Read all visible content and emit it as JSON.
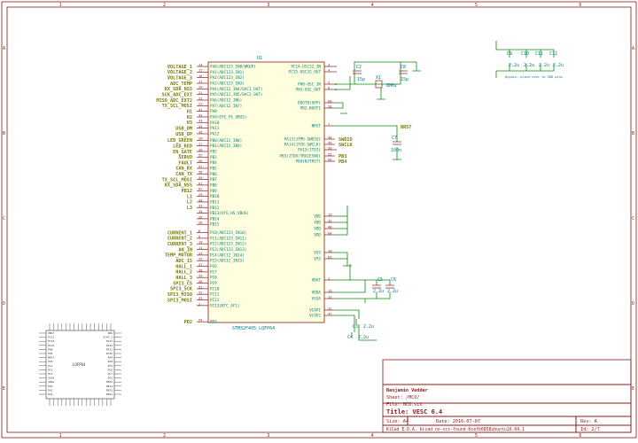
{
  "mcu": {
    "ref": "U1",
    "value": "STM32F405_LQFP64",
    "left_pins": [
      {
        "num": "14",
        "name": "PA0(ADC123_IN0/WKUP)",
        "net": "VOLTAGE_1"
      },
      {
        "num": "15",
        "name": "PA1(ADC123_IN1)",
        "net": "VOLTAGE_2"
      },
      {
        "num": "16",
        "name": "PA2(ADC123_IN2)",
        "net": "VOLTAGE_3"
      },
      {
        "num": "17",
        "name": "PA3(ADC123_IN3)",
        "net": "ADC_TEMP"
      },
      {
        "num": "20",
        "name": "PA4(ADC12_IN4/DAC1_OUT)",
        "net": "RX_SDA_NSS"
      },
      {
        "num": "21",
        "name": "PA5(ADC12_IN5/DAC2_OUT)",
        "net": "SCK_ADC_EXT"
      },
      {
        "num": "22",
        "name": "PA6(ADC12_IN6)",
        "net": "MISO_ADC_EXT2"
      },
      {
        "num": "23",
        "name": "PA7(ADC12_IN7)",
        "net": "TX_SCL_MOSI"
      },
      {
        "num": "41",
        "name": "PA8",
        "net": "H1"
      },
      {
        "num": "42",
        "name": "PA9(OTG_FS_VBUS)",
        "net": "H2"
      },
      {
        "num": "43",
        "name": "PA10",
        "net": "H3"
      },
      {
        "num": "44",
        "name": "PA11",
        "net": "USB_DM"
      },
      {
        "num": "45",
        "name": "PA12",
        "net": "USB_DP"
      },
      {
        "num": "26",
        "name": "PB0(ADC12_IN8)",
        "net": "LED_GREEN"
      },
      {
        "num": "27",
        "name": "PB1(ADC12_IN9)",
        "net": "LED_RED"
      },
      {
        "num": "28",
        "name": "PB2",
        "net": "EN_GATE"
      },
      {
        "num": "55",
        "name": "PB3",
        "net": "SERVO"
      },
      {
        "num": "56",
        "name": "PB4",
        "net": "FAULT"
      },
      {
        "num": "57",
        "name": "PB5",
        "net": "CAN_RX"
      },
      {
        "num": "58",
        "name": "PB6",
        "net": "CAN_TX"
      },
      {
        "num": "59",
        "name": "PB7",
        "net": "TX_SCL_MOSI"
      },
      {
        "num": "61",
        "name": "PB8",
        "net": "RX_SDA_NSS"
      },
      {
        "num": "62",
        "name": "PB9",
        "net": "PB12"
      },
      {
        "num": "29",
        "name": "PB10",
        "net": "L1"
      },
      {
        "num": "30",
        "name": "PB11",
        "net": "L2"
      },
      {
        "num": "33",
        "name": "PB12",
        "net": "L3"
      },
      {
        "num": "34",
        "name": "PB13(OTG_HS_VBUS)",
        "net": ""
      },
      {
        "num": "35",
        "name": "PB14",
        "net": ""
      },
      {
        "num": "36",
        "name": "PB15",
        "net": ""
      },
      {
        "num": "8",
        "name": "PC0(ADC123_IN10)",
        "net": "CURRENT_1"
      },
      {
        "num": "9",
        "name": "PC1(ADC123_IN11)",
        "net": "CURRENT_2"
      },
      {
        "num": "10",
        "name": "PC2(ADC123_IN12)",
        "net": "CURRENT_3"
      },
      {
        "num": "11",
        "name": "PC3(ADC123_IN13)",
        "net": "AN_IN"
      },
      {
        "num": "24",
        "name": "PC4(ADC12_IN14)",
        "net": "TEMP_MOTOR"
      },
      {
        "num": "25",
        "name": "PC5(ADC12_IN15)",
        "net": "ADC_15"
      },
      {
        "num": "37",
        "name": "PC6",
        "net": "HALL_1"
      },
      {
        "num": "38",
        "name": "PC7",
        "net": "HALL_2"
      },
      {
        "num": "39",
        "name": "PC8",
        "net": "HALL_3"
      },
      {
        "num": "40",
        "name": "PC9",
        "net": "SPI3_CS"
      },
      {
        "num": "51",
        "name": "PC10",
        "net": "SPI3_SCK"
      },
      {
        "num": "52",
        "name": "PC11",
        "net": "SPI3_MISO"
      },
      {
        "num": "53",
        "name": "PC12",
        "net": "SPI3_MOSI"
      },
      {
        "num": "2",
        "name": "PC13(RTC_AF1)",
        "net": ""
      },
      {
        "num": "54",
        "name": "PD2",
        "net": "PD2"
      }
    ],
    "right_pins": [
      {
        "num": "3",
        "name": "PC14-OSC32_IN",
        "net": ""
      },
      {
        "num": "4",
        "name": "PC15-OSC32_OUT",
        "net": ""
      },
      {
        "num": "5",
        "name": "PH0-OSC_IN",
        "net": ""
      },
      {
        "num": "6",
        "name": "PH1-OSC_OUT",
        "net": ""
      },
      {
        "num": "60",
        "name": "BOOT0(VPP)",
        "net": ""
      },
      {
        "num": "28",
        "name": "PB2-BOOT1",
        "net": ""
      },
      {
        "num": "7",
        "name": "NRST",
        "net": "NRST"
      },
      {
        "num": "46",
        "name": "PA13(JTMS-SWDIO)",
        "net": "SWDIO"
      },
      {
        "num": "49",
        "name": "PA14(JTCK-SWCLK)",
        "net": "SWCLK"
      },
      {
        "num": "50",
        "name": "PA15(JTDI)",
        "net": ""
      },
      {
        "num": "55",
        "name": "PB3(JTDO/TRACESWO)",
        "net": "PB3"
      },
      {
        "num": "56",
        "name": "PB4(NJTRST)",
        "net": "PB4"
      },
      {
        "num": "19",
        "name": "VDD",
        "net": ""
      },
      {
        "num": "32",
        "name": "VDD",
        "net": ""
      },
      {
        "num": "48",
        "name": "VDD",
        "net": ""
      },
      {
        "num": "64",
        "name": "VDD",
        "net": ""
      },
      {
        "num": "18",
        "name": "VSS",
        "net": ""
      },
      {
        "num": "63",
        "name": "VSS",
        "net": ""
      },
      {
        "num": "1",
        "name": "VBAT",
        "net": ""
      },
      {
        "num": "13",
        "name": "VDDA",
        "net": ""
      },
      {
        "num": "12",
        "name": "VSSA",
        "net": ""
      },
      {
        "num": "31",
        "name": "VCAP1",
        "net": ""
      },
      {
        "num": "47",
        "name": "VCAP2",
        "net": ""
      }
    ]
  },
  "crystal": {
    "ref": "X1",
    "value": "8MHz"
  },
  "caps": {
    "C2": {
      "ref": "C2",
      "value": "15p"
    },
    "C8": {
      "ref": "C8",
      "value": "15p"
    },
    "C7": {
      "ref": "C7",
      "value": "100n"
    },
    "C5": {
      "ref": "C5",
      "value": "2.2u"
    },
    "C6": {
      "ref": "C6",
      "value": "2.2u"
    },
    "C3": {
      "ref": "C3",
      "value": "2.2u"
    },
    "C4": {
      "ref": "C4",
      "value": "2.2u"
    },
    "C9": {
      "ref": "C9",
      "value": "2.2u"
    },
    "C10": {
      "ref": "C10",
      "value": "2.2u"
    },
    "C11": {
      "ref": "C11",
      "value": "2.2u"
    },
    "C12": {
      "ref": "C12",
      "value": "2.2u"
    }
  },
  "bypass_note": "Bypass, place next to VDD pins",
  "footprint_label": "LQFP64",
  "footprint_pins_left": [
    "VBAT",
    "PC13",
    "PC14",
    "PC15",
    "PH0",
    "PH1",
    "NRST",
    "PC0",
    "PC1",
    "PC2",
    "PC3",
    "VSSA",
    "VDDA",
    "PA0",
    "PA1",
    "PA2"
  ],
  "footprint_pins_right": [
    "VDD",
    "VCAP_2",
    "PA13",
    "PA12",
    "PA11",
    "PA10",
    "PA9",
    "PA8",
    "PC9",
    "PC8",
    "PC7",
    "PC6",
    "PB15",
    "PB14",
    "PB13",
    "PB12"
  ],
  "grid": {
    "top": [
      "1",
      "2",
      "3",
      "4",
      "5",
      "6"
    ],
    "side": [
      "A",
      "B",
      "C",
      "D",
      "E"
    ]
  },
  "title_block": {
    "author": "Benjamin Vedder",
    "sheet_path": "Sheet: /MCU/",
    "file": "File: MCU.sch",
    "title": "Title: VESC 6.4",
    "size": "Size: A4",
    "date": "Date: 2016-07-07",
    "rev": "Rev: A",
    "kicad": "KiCad E.D.A.  kicad no-vcs-found-6cefb6858ubuntu16.04.1",
    "id": "Id: 2/7"
  }
}
